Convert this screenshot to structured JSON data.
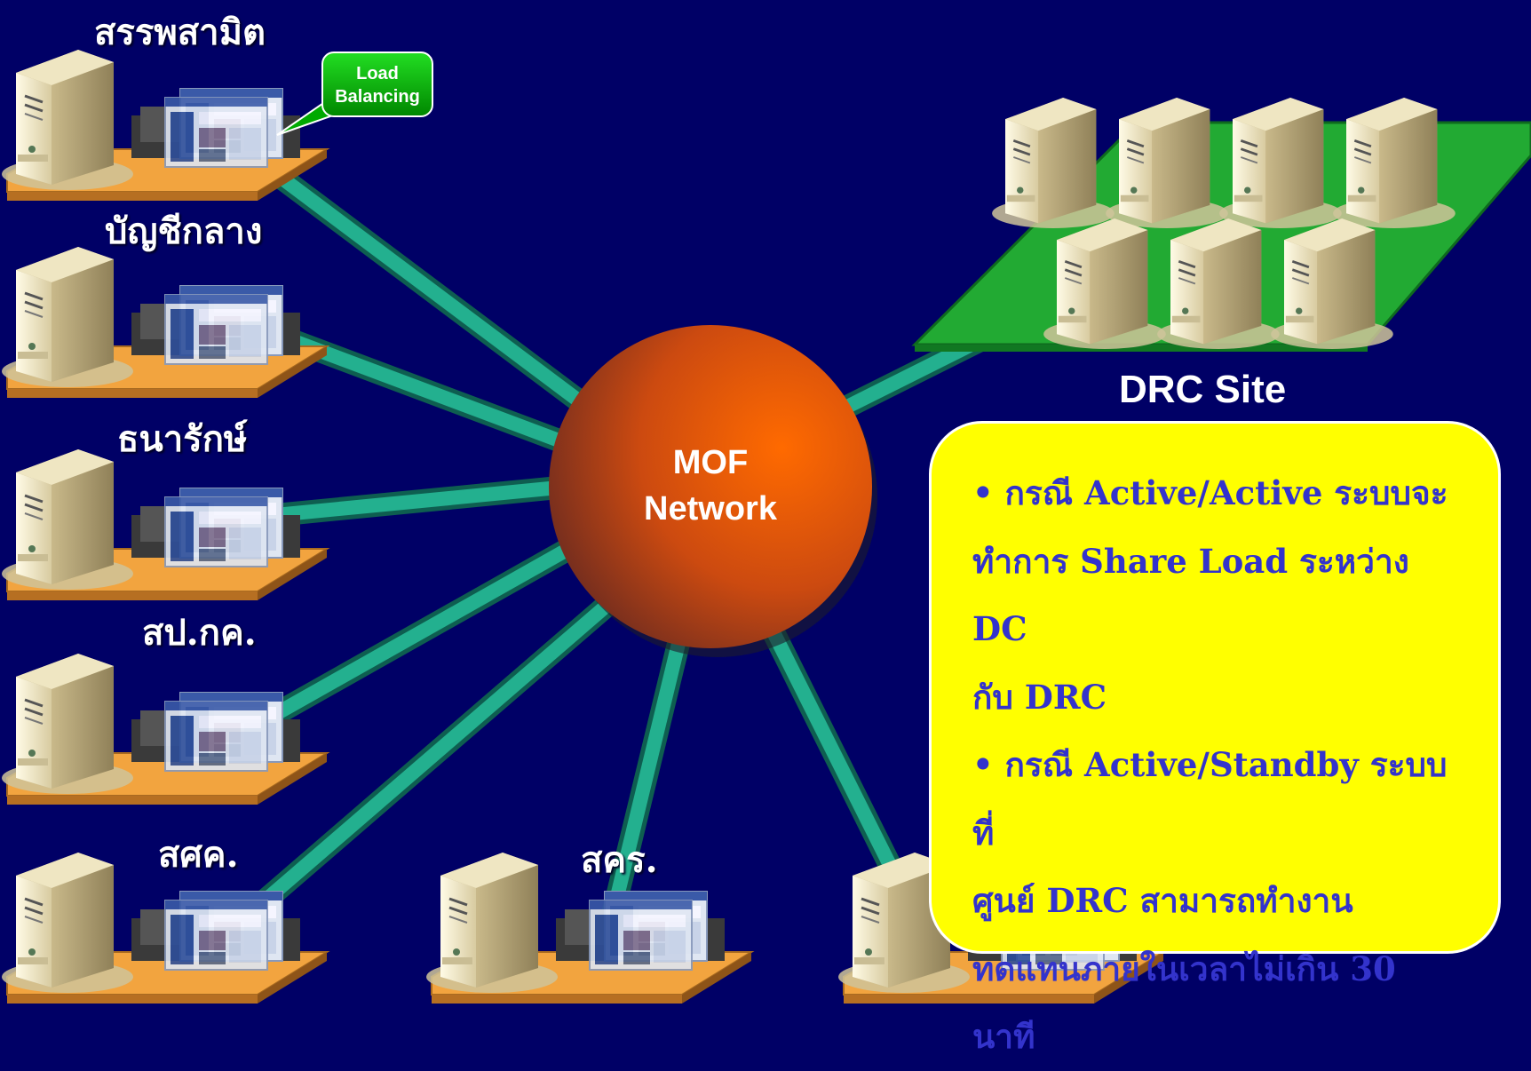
{
  "sites": [
    {
      "name": "สรรพสามิต"
    },
    {
      "name": "บัญชีกลาง"
    },
    {
      "name": "ธนารักษ์"
    },
    {
      "name": "สป.กค."
    },
    {
      "name": "สศค."
    },
    {
      "name": "สคร."
    }
  ],
  "callout": {
    "line1": "Load",
    "line2": "Balancing"
  },
  "hub": {
    "line1": "MOF",
    "line2": "Network"
  },
  "drc": {
    "label": "DRC Site"
  },
  "note": {
    "lines": [
      "• กรณี Active/Active ระบบจะ",
      "ทำการ Share Load ระหว่าง DC",
      "กับ DRC",
      "• กรณี Active/Standby ระบบที่",
      "ศูนย์ DRC สามารถทำงาน",
      "ทดแทนภายในเวลาไม่เกิน 30",
      "นาที"
    ]
  },
  "colors": {
    "background": "#000066",
    "link": "#1a9e80",
    "platform": "#f0a040",
    "drc_platform": "#22aa33",
    "hub": "#cc4400",
    "note_fill": "#ffff00",
    "note_text": "#3333cc"
  }
}
